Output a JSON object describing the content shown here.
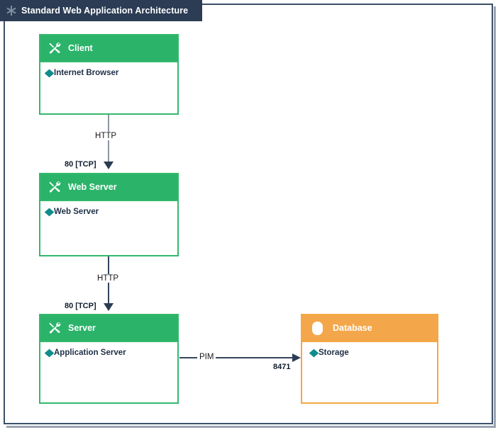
{
  "window": {
    "title": "Standard Web Application Architecture",
    "title_icon": "snowflake-icon",
    "frame_border_color": "#3b4f69",
    "title_bar_color": "#2b3c54"
  },
  "palette": {
    "green": "#2bb36a",
    "green_border": "#35b86d",
    "orange": "#f4a74a",
    "orange_border": "#f4a742",
    "navy": "#2b3c54",
    "teal_diamond": "#0f8c8c",
    "connector_gray": "#8d97a3",
    "connector_navy": "#2b3c54"
  },
  "nodes": [
    {
      "id": "client",
      "title": "Client",
      "icon": "tools-icon",
      "color": "green",
      "artifacts": [
        {
          "label": "Internet Browser",
          "icon": "diamond-icon"
        }
      ]
    },
    {
      "id": "web-server",
      "title": "Web Server",
      "icon": "tools-icon",
      "color": "green",
      "artifacts": [
        {
          "label": "Web Server",
          "icon": "diamond-icon"
        }
      ]
    },
    {
      "id": "server",
      "title": "Server",
      "icon": "tools-icon",
      "color": "green",
      "artifacts": [
        {
          "label": "Application Server",
          "icon": "diamond-icon"
        }
      ]
    },
    {
      "id": "database",
      "title": "Database",
      "icon": "database-cylinder-icon",
      "color": "orange",
      "artifacts": [
        {
          "label": "Storage",
          "icon": "diamond-icon"
        }
      ]
    }
  ],
  "connectors": [
    {
      "id": "client-to-web-server",
      "from": "client",
      "to": "web-server",
      "protocol": "HTTP",
      "port": "80 [TCP]",
      "direction": "down"
    },
    {
      "id": "web-server-to-server",
      "from": "web-server",
      "to": "server",
      "protocol": "HTTP",
      "port": "80 [TCP]",
      "direction": "down"
    },
    {
      "id": "server-to-database",
      "from": "server",
      "to": "database",
      "protocol": "PIM",
      "port": "8471",
      "direction": "right"
    }
  ]
}
